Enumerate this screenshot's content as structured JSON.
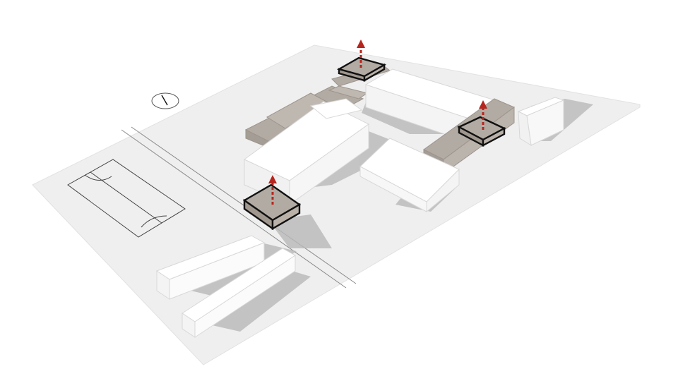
{
  "figure": {
    "title": "",
    "caption": ""
  },
  "site": {
    "ground_color": "#efefef",
    "new_volume_color": "#b2aba3",
    "existing_volume_color": "#ffffff",
    "highlight_outline_color": "#111111",
    "arrow_color": "#b5261e"
  },
  "elements": {
    "compass": "north-arrow-icon",
    "sports_court": "court-marking",
    "highlighted_blocks": 3,
    "upward_arrows": 3
  }
}
